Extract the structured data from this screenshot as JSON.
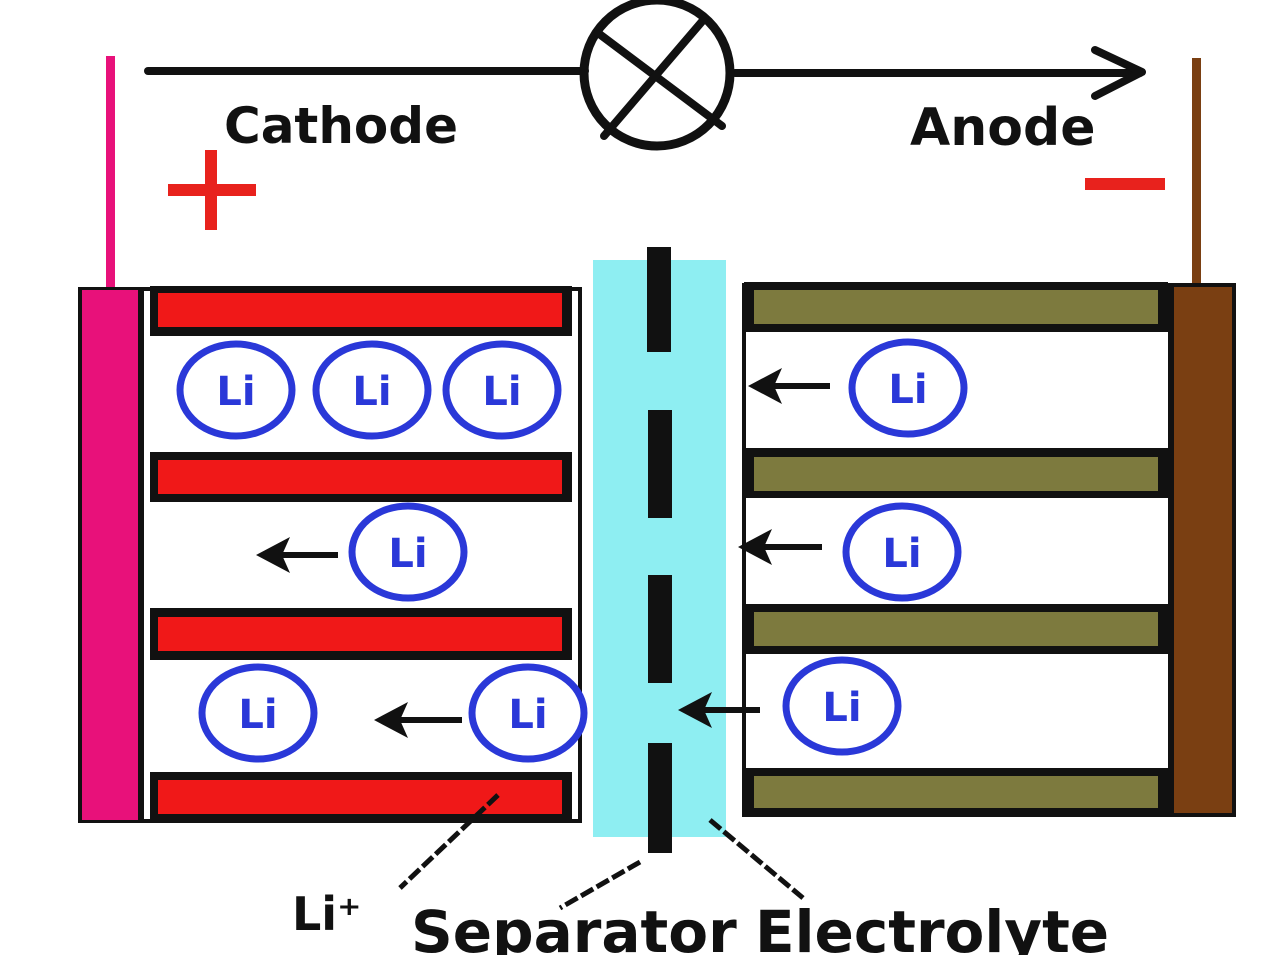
{
  "labels": {
    "cathode": "Cathode",
    "anode": "Anode",
    "plus": "+",
    "li_plus": "Li⁺",
    "separator": "Separator",
    "electrolyte": "Electrolyte"
  },
  "ion_label": "Li",
  "colors": {
    "cathode_collector": "#e8117a",
    "cathode_plate": "#f01818",
    "anode_collector": "#7a3f12",
    "anode_plate": "#7d7a3e",
    "electrolyte": "#8eeef2",
    "ion": "#2a38d8",
    "sign_red": "#e8221d",
    "wire": "#111111"
  },
  "icons": {
    "bulb": "lamp-cross-icon"
  }
}
